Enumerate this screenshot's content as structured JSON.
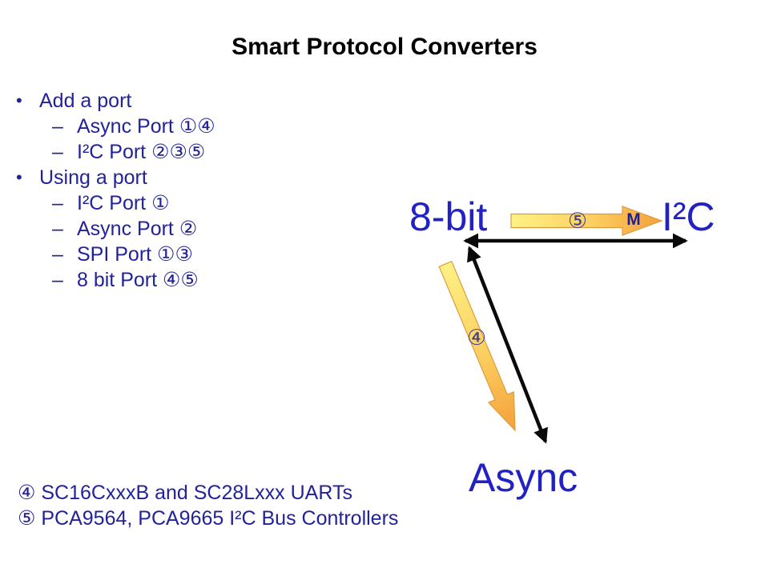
{
  "slide": {
    "title": "Smart Protocol Converters",
    "bullets": [
      {
        "level": 1,
        "marker": "•",
        "text": "Add a port"
      },
      {
        "level": 2,
        "marker": "–",
        "text": "Async Port ①④"
      },
      {
        "level": 2,
        "marker": "–",
        "text": "I²C Port ②③⑤"
      },
      {
        "level": 1,
        "marker": "•",
        "text": "Using a port"
      },
      {
        "level": 2,
        "marker": "–",
        "text": "I²C Port ①"
      },
      {
        "level": 2,
        "marker": "–",
        "text": "Async Port ②"
      },
      {
        "level": 2,
        "marker": "–",
        "text": "SPI Port ①③"
      },
      {
        "level": 2,
        "marker": "–",
        "text": "8 bit Port ④⑤"
      }
    ],
    "diagram": {
      "label_8bit": "8-bit",
      "label_i2c": "I²C",
      "label_async": "Async",
      "badge_horizontal_arrow": "⑤",
      "badge_diagonal_arrow": "④",
      "master_label": "M"
    },
    "footnotes": [
      "④ SC16CxxxB and SC28Lxxx UARTs",
      "⑤ PCA9564, PCA9665 I²C Bus Controllers"
    ],
    "colors": {
      "list_text": "#22229B",
      "node_label_blue": "#2222C4",
      "badge_indigo": "#453E90",
      "master_navy": "#1E1E96",
      "arrow_yellow": "#FEF286",
      "arrow_orange": "#F5A03C",
      "arrow_border": "#DD9C3C",
      "black_arrow": "#0A0A0A"
    }
  }
}
